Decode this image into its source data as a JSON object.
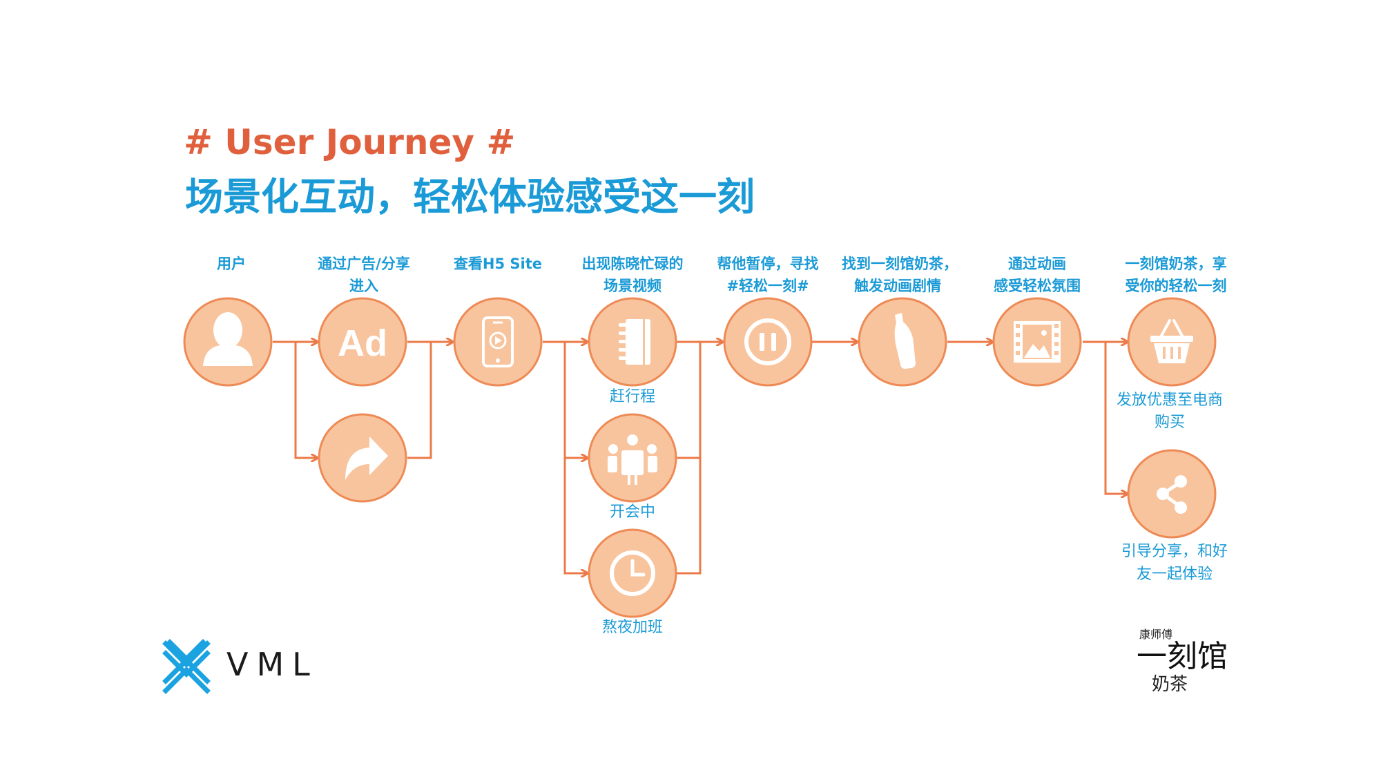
{
  "header": {
    "title_en": "# User Journey #",
    "title_cn": "场景化互动，轻松体验感受这一刻"
  },
  "colors": {
    "title_en": "#e0603e",
    "title_cn": "#1a9ad6",
    "node_fill": "#f8c49e",
    "node_stroke": "#ee8a55",
    "arrow": "#ec7a48",
    "step_label": "#1a9ad6",
    "caption": "#1a9ad6",
    "logo_blue": "#1aa3e0"
  },
  "steps": [
    {
      "label1": "用户",
      "label2": ""
    },
    {
      "label1": "通过广告/分享",
      "label2": "进入"
    },
    {
      "label1": "查看H5 Site",
      "label2": ""
    },
    {
      "label1": "出现陈晓忙碌的",
      "label2": "场景视频"
    },
    {
      "label1": "帮他暂停，寻找",
      "label2": "#轻松一刻#"
    },
    {
      "label1": "找到一刻馆奶茶，",
      "label2": "触发动画剧情"
    },
    {
      "label1": "通过动画",
      "label2": "感受轻松氛围"
    },
    {
      "label1": "一刻馆奶茶，享",
      "label2": "受你的轻松一刻"
    }
  ],
  "nodes": [
    {
      "icon": "user-icon",
      "caption1": "",
      "caption2": ""
    },
    {
      "icon": "ad-icon",
      "icon_text": "Ad",
      "caption1": "",
      "caption2": ""
    },
    {
      "icon": "share-arrow-icon",
      "caption1": "",
      "caption2": ""
    },
    {
      "icon": "mobile-video-icon",
      "caption1": "",
      "caption2": ""
    },
    {
      "icon": "notebook-icon",
      "caption1": "赶行程",
      "caption2": ""
    },
    {
      "icon": "meeting-icon",
      "caption1": "开会中",
      "caption2": ""
    },
    {
      "icon": "clock-icon",
      "caption1": "熬夜加班",
      "caption2": ""
    },
    {
      "icon": "pause-icon",
      "caption1": "",
      "caption2": ""
    },
    {
      "icon": "bottle-icon",
      "caption1": "",
      "caption2": ""
    },
    {
      "icon": "film-image-icon",
      "caption1": "",
      "caption2": ""
    },
    {
      "icon": "basket-icon",
      "caption1": "发放优惠至电商",
      "caption2": "购买"
    },
    {
      "icon": "share-icon",
      "caption1": "引导分享，和好",
      "caption2": "友一起体验"
    }
  ],
  "footer": {
    "vml_logo_icon": "vml-x-mark-icon",
    "vml_text": "VML",
    "brand_small": "康师傅",
    "brand_big": "一刻馆",
    "brand_sub": "奶茶"
  }
}
